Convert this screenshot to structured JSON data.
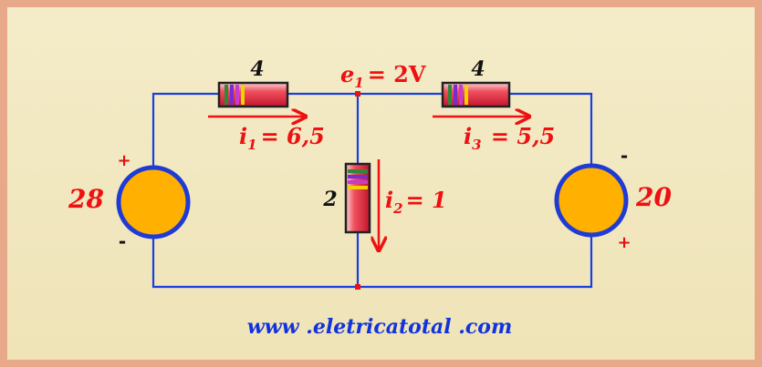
{
  "circuit": {
    "node_voltage": {
      "symbol": "e",
      "sub": "1",
      "value": "= 2V"
    },
    "resistors": {
      "left": {
        "value": "4"
      },
      "middle": {
        "value": "2"
      },
      "right": {
        "value": "4"
      }
    },
    "currents": {
      "i1": {
        "symbol": "i",
        "sub": "1",
        "value": "= 6,5"
      },
      "i2": {
        "symbol": "i",
        "sub": "2",
        "value": "= 1"
      },
      "i3": {
        "symbol": "i",
        "sub": "3",
        "value": " = 5,5"
      }
    },
    "sources": {
      "left": {
        "value": "28",
        "top_sign": "+",
        "bottom_sign": "-"
      },
      "right": {
        "value": "20",
        "top_sign": "-",
        "bottom_sign": "+"
      }
    },
    "colors": {
      "wire": "#1a3fe0",
      "source_fill": "#ffb000",
      "source_ring": "#1f3bd6",
      "label_red": "#ee1111",
      "resistor_body": "#e8364a"
    }
  },
  "footer": {
    "website": "www .eletricatotal .com"
  }
}
